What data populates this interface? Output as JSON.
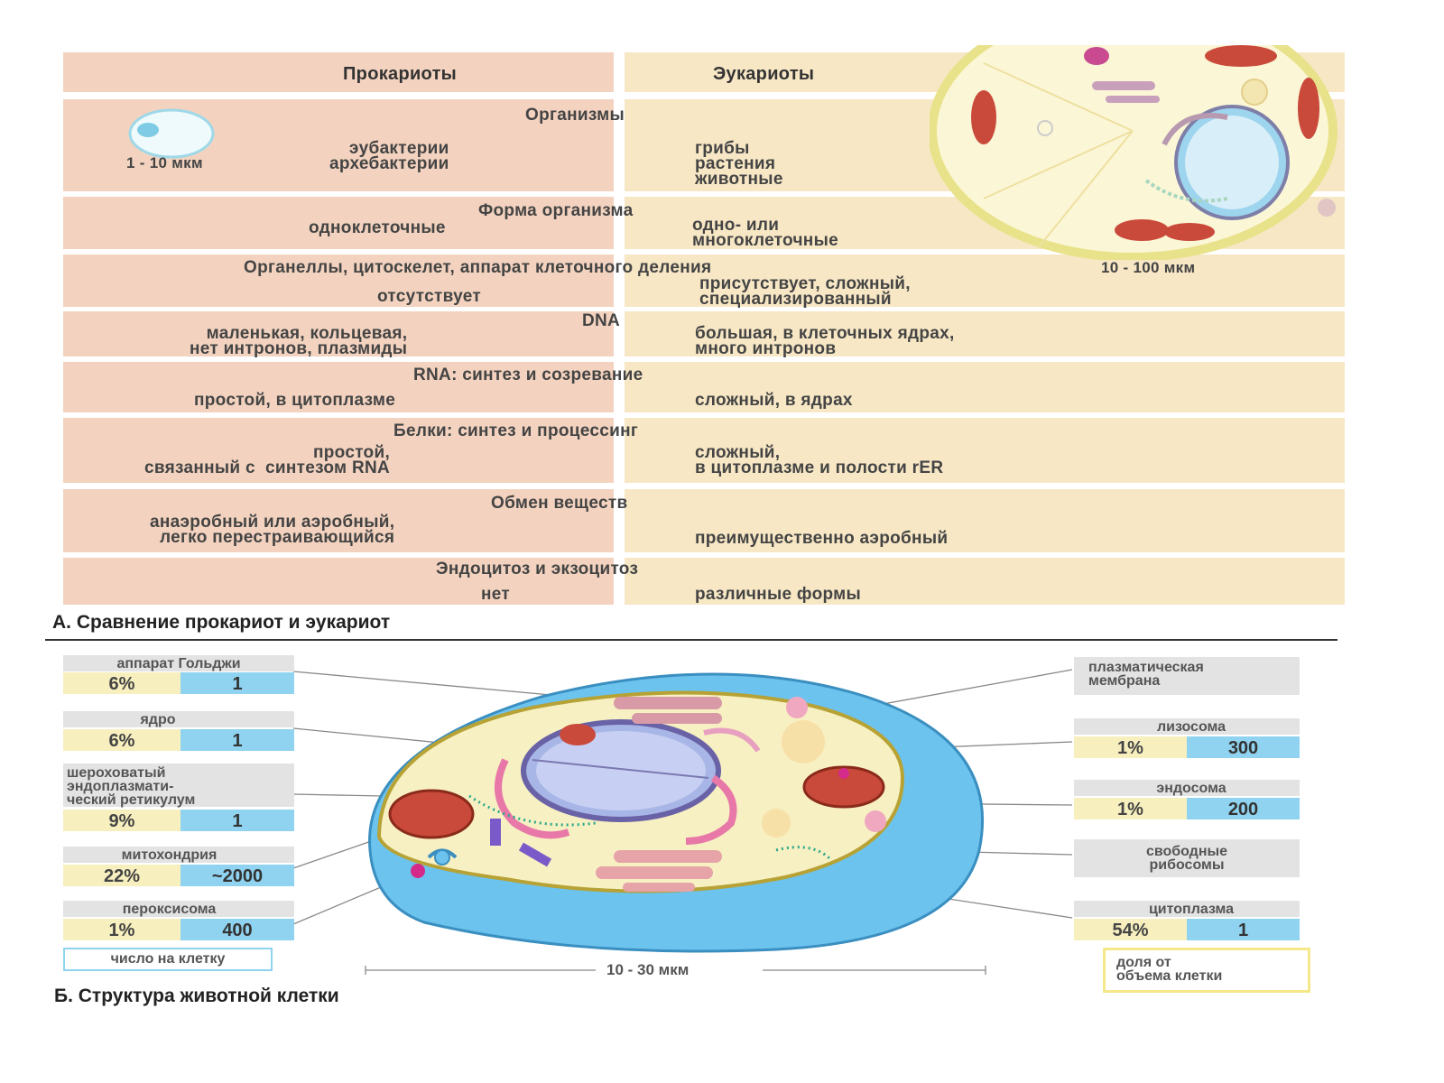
{
  "table": {
    "head_left": "Прокариоты",
    "head_right": "Эукариоты",
    "rows": [
      {
        "title": "Организмы",
        "left": "эубактерии\nархебактерии",
        "right": "грибы\nрастения\nживотные"
      },
      {
        "title": "Форма организма",
        "left": "одноклеточные",
        "right": "одно- или\nмногоклеточные"
      },
      {
        "title": "Органеллы, цитоскелет, аппарат клеточного деления",
        "left": "отсутствует",
        "right": "присутствует, сложный,\nспециализированный"
      },
      {
        "title": "DNA",
        "left": "маленькая, кольцевая,\nнет интронов, плазмиды",
        "right": "большая, в клеточных ядрах,\nмного интронов"
      },
      {
        "title": "RNA: синтез и созревание",
        "left": "простой, в цитоплазме",
        "right": "сложный, в ядрах"
      },
      {
        "title": "Белки: синтез и процессинг",
        "left": "простой,\nсвязанный с  синтезом RNA",
        "right": "сложный,\nв цитоплазме и полости rER"
      },
      {
        "title": "Обмен веществ",
        "left": "анаэробный или аэробный,\nлегко перестраивающийся",
        "right": "преимущественно аэробный"
      },
      {
        "title": "Эндоцитоз и экзоцитоз",
        "left": "нет",
        "right": "различные формы"
      }
    ],
    "prok_size": "1 - 10 мкм",
    "euk_size": "10 - 100 мкм"
  },
  "caption_a": "А. Сравнение прокариот и эукариот",
  "caption_b": "Б. Структура животной клетки",
  "cell_size": "10 - 30 мкм",
  "left_labels": [
    {
      "name": "аппарат Гольджи",
      "pct": "6%",
      "count": "1"
    },
    {
      "name": "ядро",
      "pct": "6%",
      "count": "1"
    },
    {
      "name": "шероховатый\nэндоплазмати-\nческий ретикулум",
      "pct": "9%",
      "count": "1"
    },
    {
      "name": "митохондрия",
      "pct": "22%",
      "count": "~2000"
    },
    {
      "name": "пероксисома",
      "pct": "1%",
      "count": "400"
    }
  ],
  "right_labels": [
    {
      "name": "плазматическая\nмембрана"
    },
    {
      "name": "лизосома",
      "pct": "1%",
      "count": "300"
    },
    {
      "name": "эндосома",
      "pct": "1%",
      "count": "200"
    },
    {
      "name": "свободные\nрибосомы"
    },
    {
      "name": "цитоплазма",
      "pct": "54%",
      "count": "1"
    }
  ],
  "legend": {
    "count_label": "число на клетку",
    "volume_label": "доля от\nобъема клетки"
  },
  "colors": {
    "prok_cell": "#f3d3bf",
    "euk_cell": "#f7e7c5",
    "count_box": "#8fd3f0",
    "pct_box": "#f7efbe",
    "cytoplasm_blue": "#6cc3ee",
    "membrane_yellow": "#f4e88a"
  }
}
